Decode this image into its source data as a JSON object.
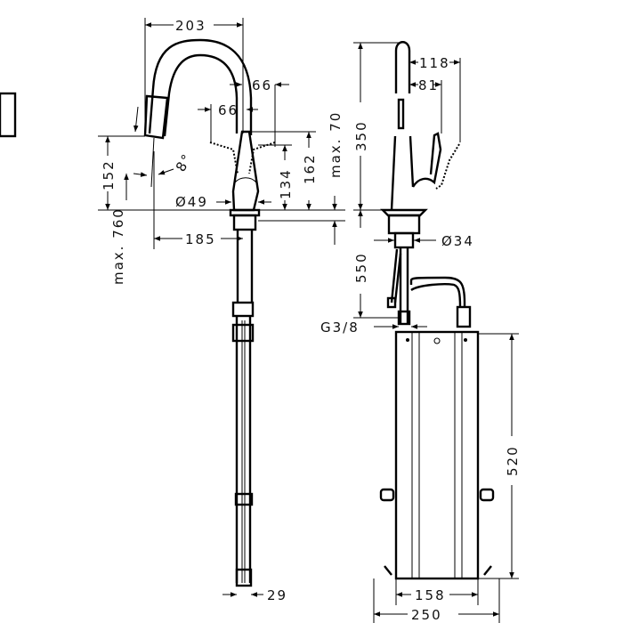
{
  "side_view": {
    "width_203": "203",
    "offset_66_outer": "66",
    "offset_66_inner": "66",
    "height_152": "152",
    "max_760": "max. 760",
    "angle_8": "8°",
    "diameter_49": "Ø49",
    "height_134": "134",
    "height_162": "162",
    "max_70": "max. 70",
    "reach_185": "185",
    "hose_29": "29"
  },
  "front_view": {
    "height_350": "350",
    "width_118": "118",
    "width_81": "81",
    "diameter_34": "Ø34",
    "height_550": "550",
    "thread_g38": "G3/8",
    "height_520": "520",
    "width_158": "158",
    "width_250": "250"
  }
}
